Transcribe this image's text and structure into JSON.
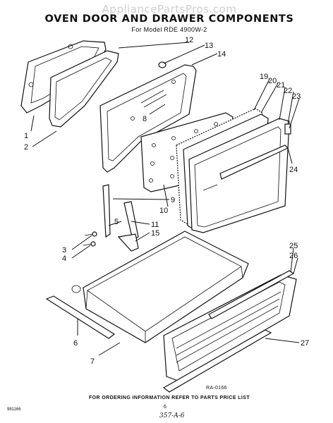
{
  "watermark": "AppliancePartsPros.com",
  "title": "OVEN DOOR AND DRAWER COMPONENTS",
  "subtitle": "For Model RDE 4900W-2",
  "callouts": [
    "1",
    "2",
    "3",
    "4",
    "5",
    "6",
    "7",
    "8",
    "9",
    "10",
    "11",
    "12",
    "13",
    "14",
    "15",
    "19",
    "20",
    "21",
    "22",
    "23",
    "24",
    "25",
    "26",
    "27"
  ],
  "figure_code": "RA-0166",
  "footer_note": "FOR ORDERING INFORMATION REFER TO PARTS PRICE LIST",
  "page_code": "981166",
  "page_number": "6",
  "handwritten_note": "357-A-6"
}
